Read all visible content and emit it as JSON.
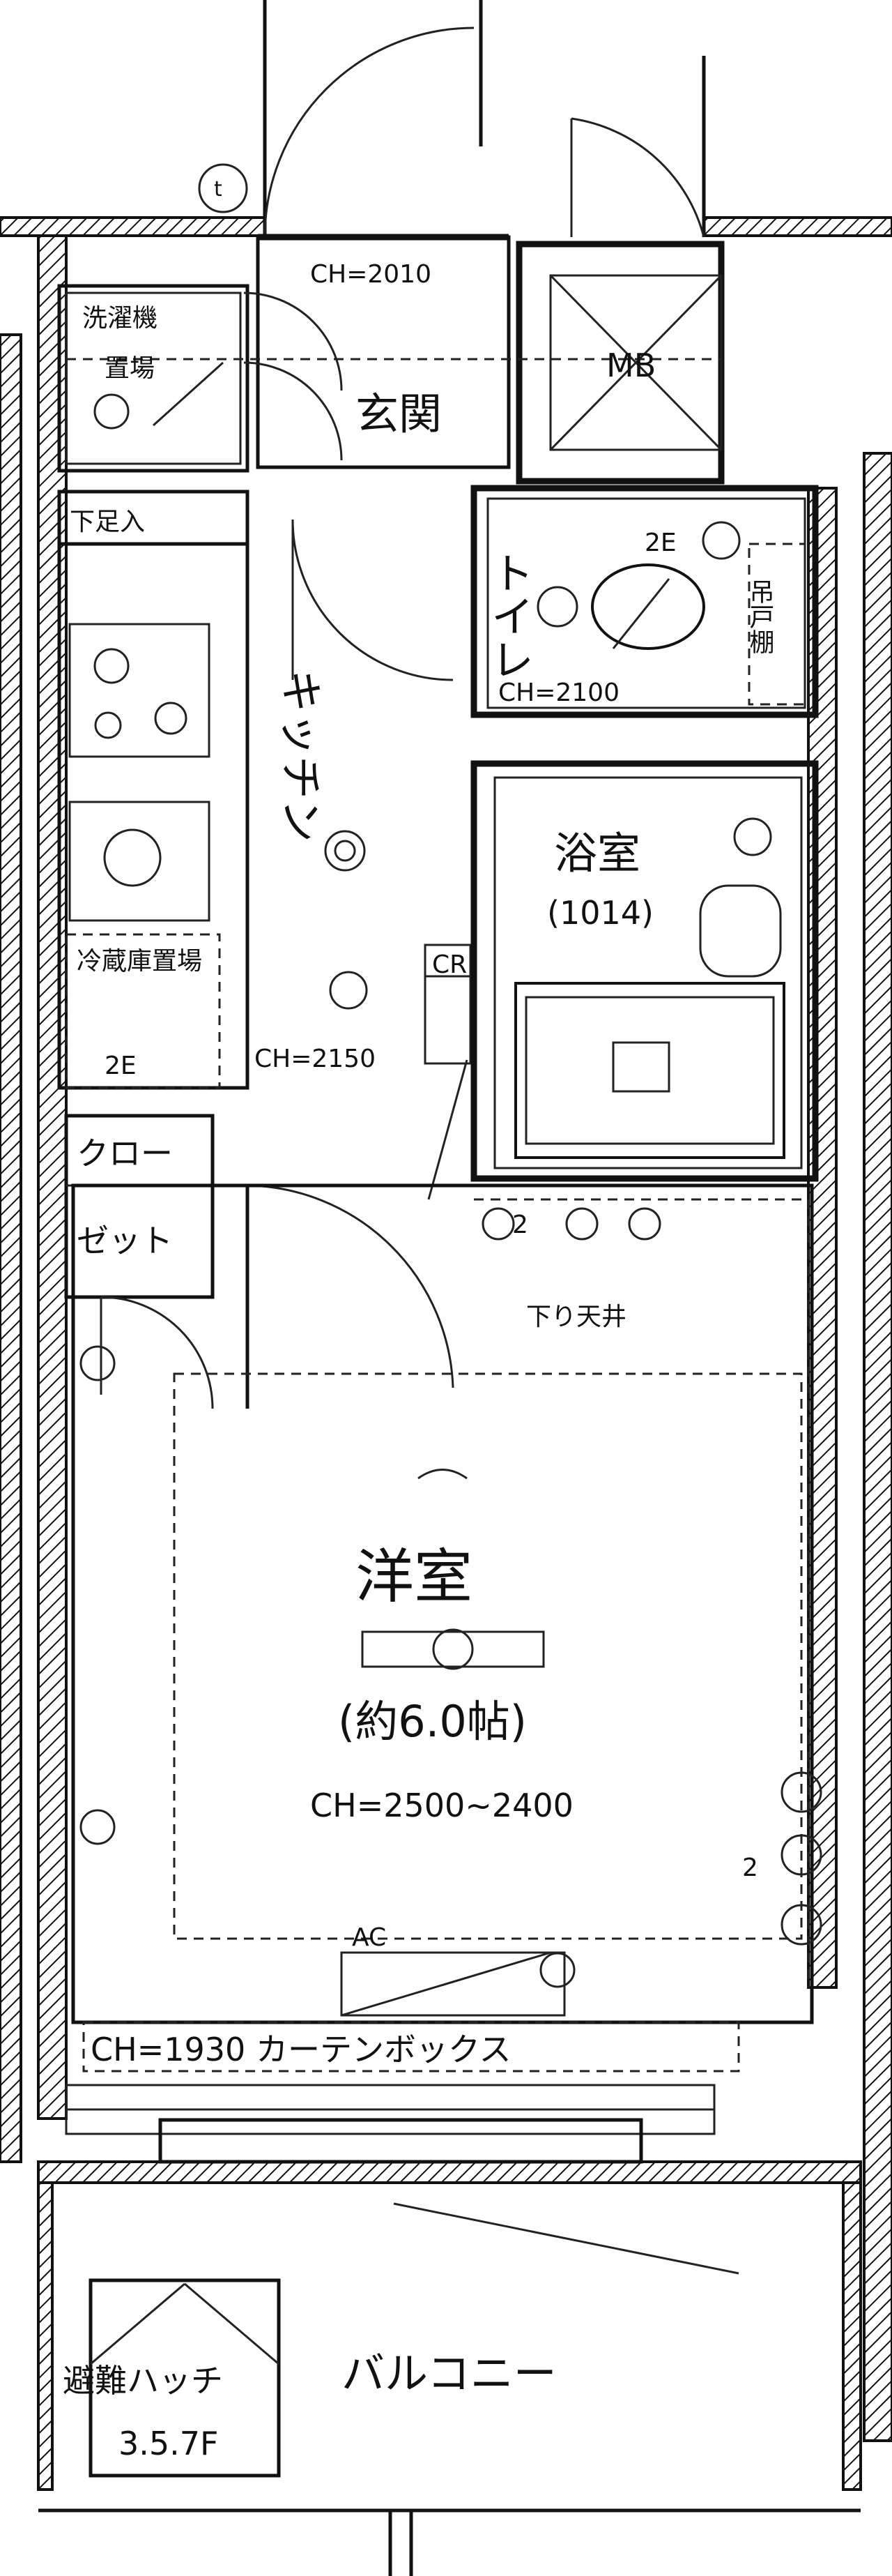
{
  "labels": {
    "ch_entrance": "CH=2010",
    "washer": "洗濯機",
    "washer_sub": "置場",
    "mb": "MB",
    "genkan": "玄関",
    "shoe": "下足入",
    "toilet": "トイレ",
    "toilet_2e": "2E",
    "hanging_cabinet": "吊戸棚",
    "ch_toilet": "CH=2100",
    "kitchen": "キッチン",
    "bath": "浴室",
    "bath_size": "(1014)",
    "fridge": "冷蔵庫置場",
    "fridge_2e": "2E",
    "ch_kitchen": "CH=2150",
    "cr": "CR",
    "closet_1": "クロー",
    "closet_2": "ゼット",
    "outlet_2": "2",
    "lowered_ceiling": "下り天井",
    "western_room": "洋室",
    "size": "(約6.0帖)",
    "ch_room": "CH=2500~2400",
    "side_2": "2",
    "ac": "AC",
    "ch_curtain": "CH=1930 カーテンボックス",
    "balcony": "バルコニー",
    "hatch": "避難ハッチ",
    "hatch_num": "3.5.7F",
    "t": "t"
  }
}
